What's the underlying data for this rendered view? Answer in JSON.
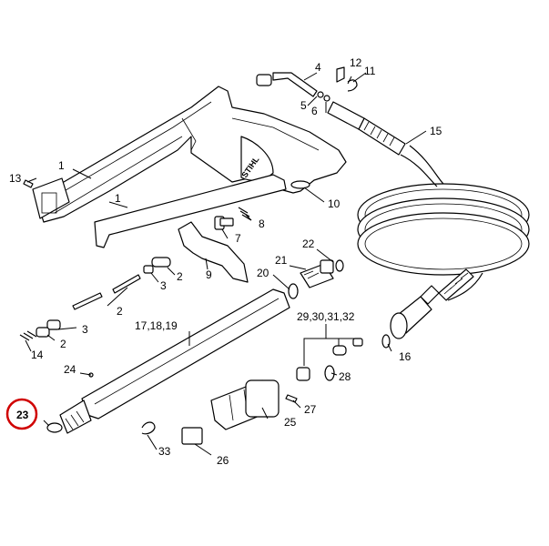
{
  "diagram": {
    "logo_text": "STIHL",
    "callouts": {
      "c1a": "1",
      "c1b": "1",
      "c2a": "2",
      "c2b": "2",
      "c2c": "2",
      "c3a": "3",
      "c3b": "3",
      "c4": "4",
      "c5": "5",
      "c6": "6",
      "c7": "7",
      "c8": "8",
      "c9": "9",
      "c10": "10",
      "c11": "11",
      "c12": "12",
      "c13": "13",
      "c14": "14",
      "c15": "15",
      "c16": "16",
      "c17": "17,18,19",
      "c20": "20",
      "c21": "21",
      "c22": "22",
      "c23": "23",
      "c24": "24",
      "c25": "25",
      "c26": "26",
      "c27": "27",
      "c28": "28",
      "c29": "29,30,31,32",
      "c33": "33"
    },
    "highlight": {
      "color": "#d00000",
      "callout": "23"
    }
  }
}
